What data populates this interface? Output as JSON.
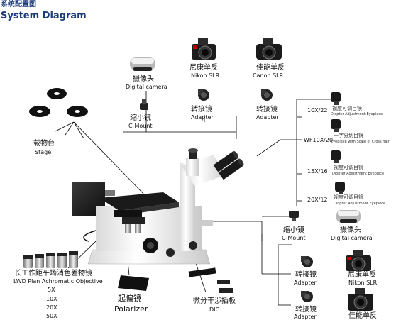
{
  "title": {
    "cn": "系统配置图",
    "en": "System Diagram"
  },
  "top": {
    "camera": {
      "cn": "摄像头",
      "en": "Digital camera"
    },
    "nikon": {
      "cn": "尼康单反",
      "en": "Nikon SLR"
    },
    "canon": {
      "cn": "佳能单反",
      "en": "Canon SLR"
    },
    "reducer": {
      "cn": "缩小镜",
      "en": "C-Mount"
    },
    "adapter1": {
      "cn": "转接镜",
      "en": "Adapter"
    },
    "adapter2": {
      "cn": "转接镜",
      "en": "Adapter"
    }
  },
  "stage": {
    "cn": "载物台",
    "en": "Stage"
  },
  "eyepieces": [
    {
      "mag": "10X/22",
      "cn": "视度可调目镜",
      "en": "Diopter Adjustment Eyepiece"
    },
    {
      "mag": "WF10X/20",
      "cn": "十字分划目镜",
      "en": "Eyepiece with Scale of Cross hair"
    },
    {
      "mag": "15X/16",
      "cn": "视度可调目镜",
      "en": "Diopter Adjustment Eyepiece"
    },
    {
      "mag": "20X/12",
      "cn": "视度可调目镜",
      "en": "Diopter Adjustment Eyepiece"
    }
  ],
  "bottom_right": {
    "reducer": {
      "cn": "缩小镜",
      "en": "C-Mount"
    },
    "camera": {
      "cn": "摄像头",
      "en": "Digital camera"
    },
    "adapter1": {
      "cn": "转接镜",
      "en": "Adapter"
    },
    "nikon": {
      "cn": "尼康单反",
      "en": "Nikon SLR"
    },
    "adapter2": {
      "cn": "转接镜",
      "en": "Adapter"
    },
    "canon": {
      "cn": "佳能单反",
      "en": ""
    }
  },
  "objective": {
    "cn": "长工作距平场消色差物镜",
    "en": "LWD Plan Achromatic Objective",
    "mags": [
      "5X",
      "10X",
      "20X",
      "50X"
    ]
  },
  "polarizer": {
    "cn": "起偏镜",
    "en": "Polarizer"
  },
  "dic": {
    "cn": "微分干涉插板",
    "en": "DIC"
  },
  "icons": [
    "digital-camera-icon",
    "slr-camera-icon",
    "eyepiece-icon",
    "adapter-icon",
    "objective-lens-icon",
    "microscope-icon"
  ]
}
